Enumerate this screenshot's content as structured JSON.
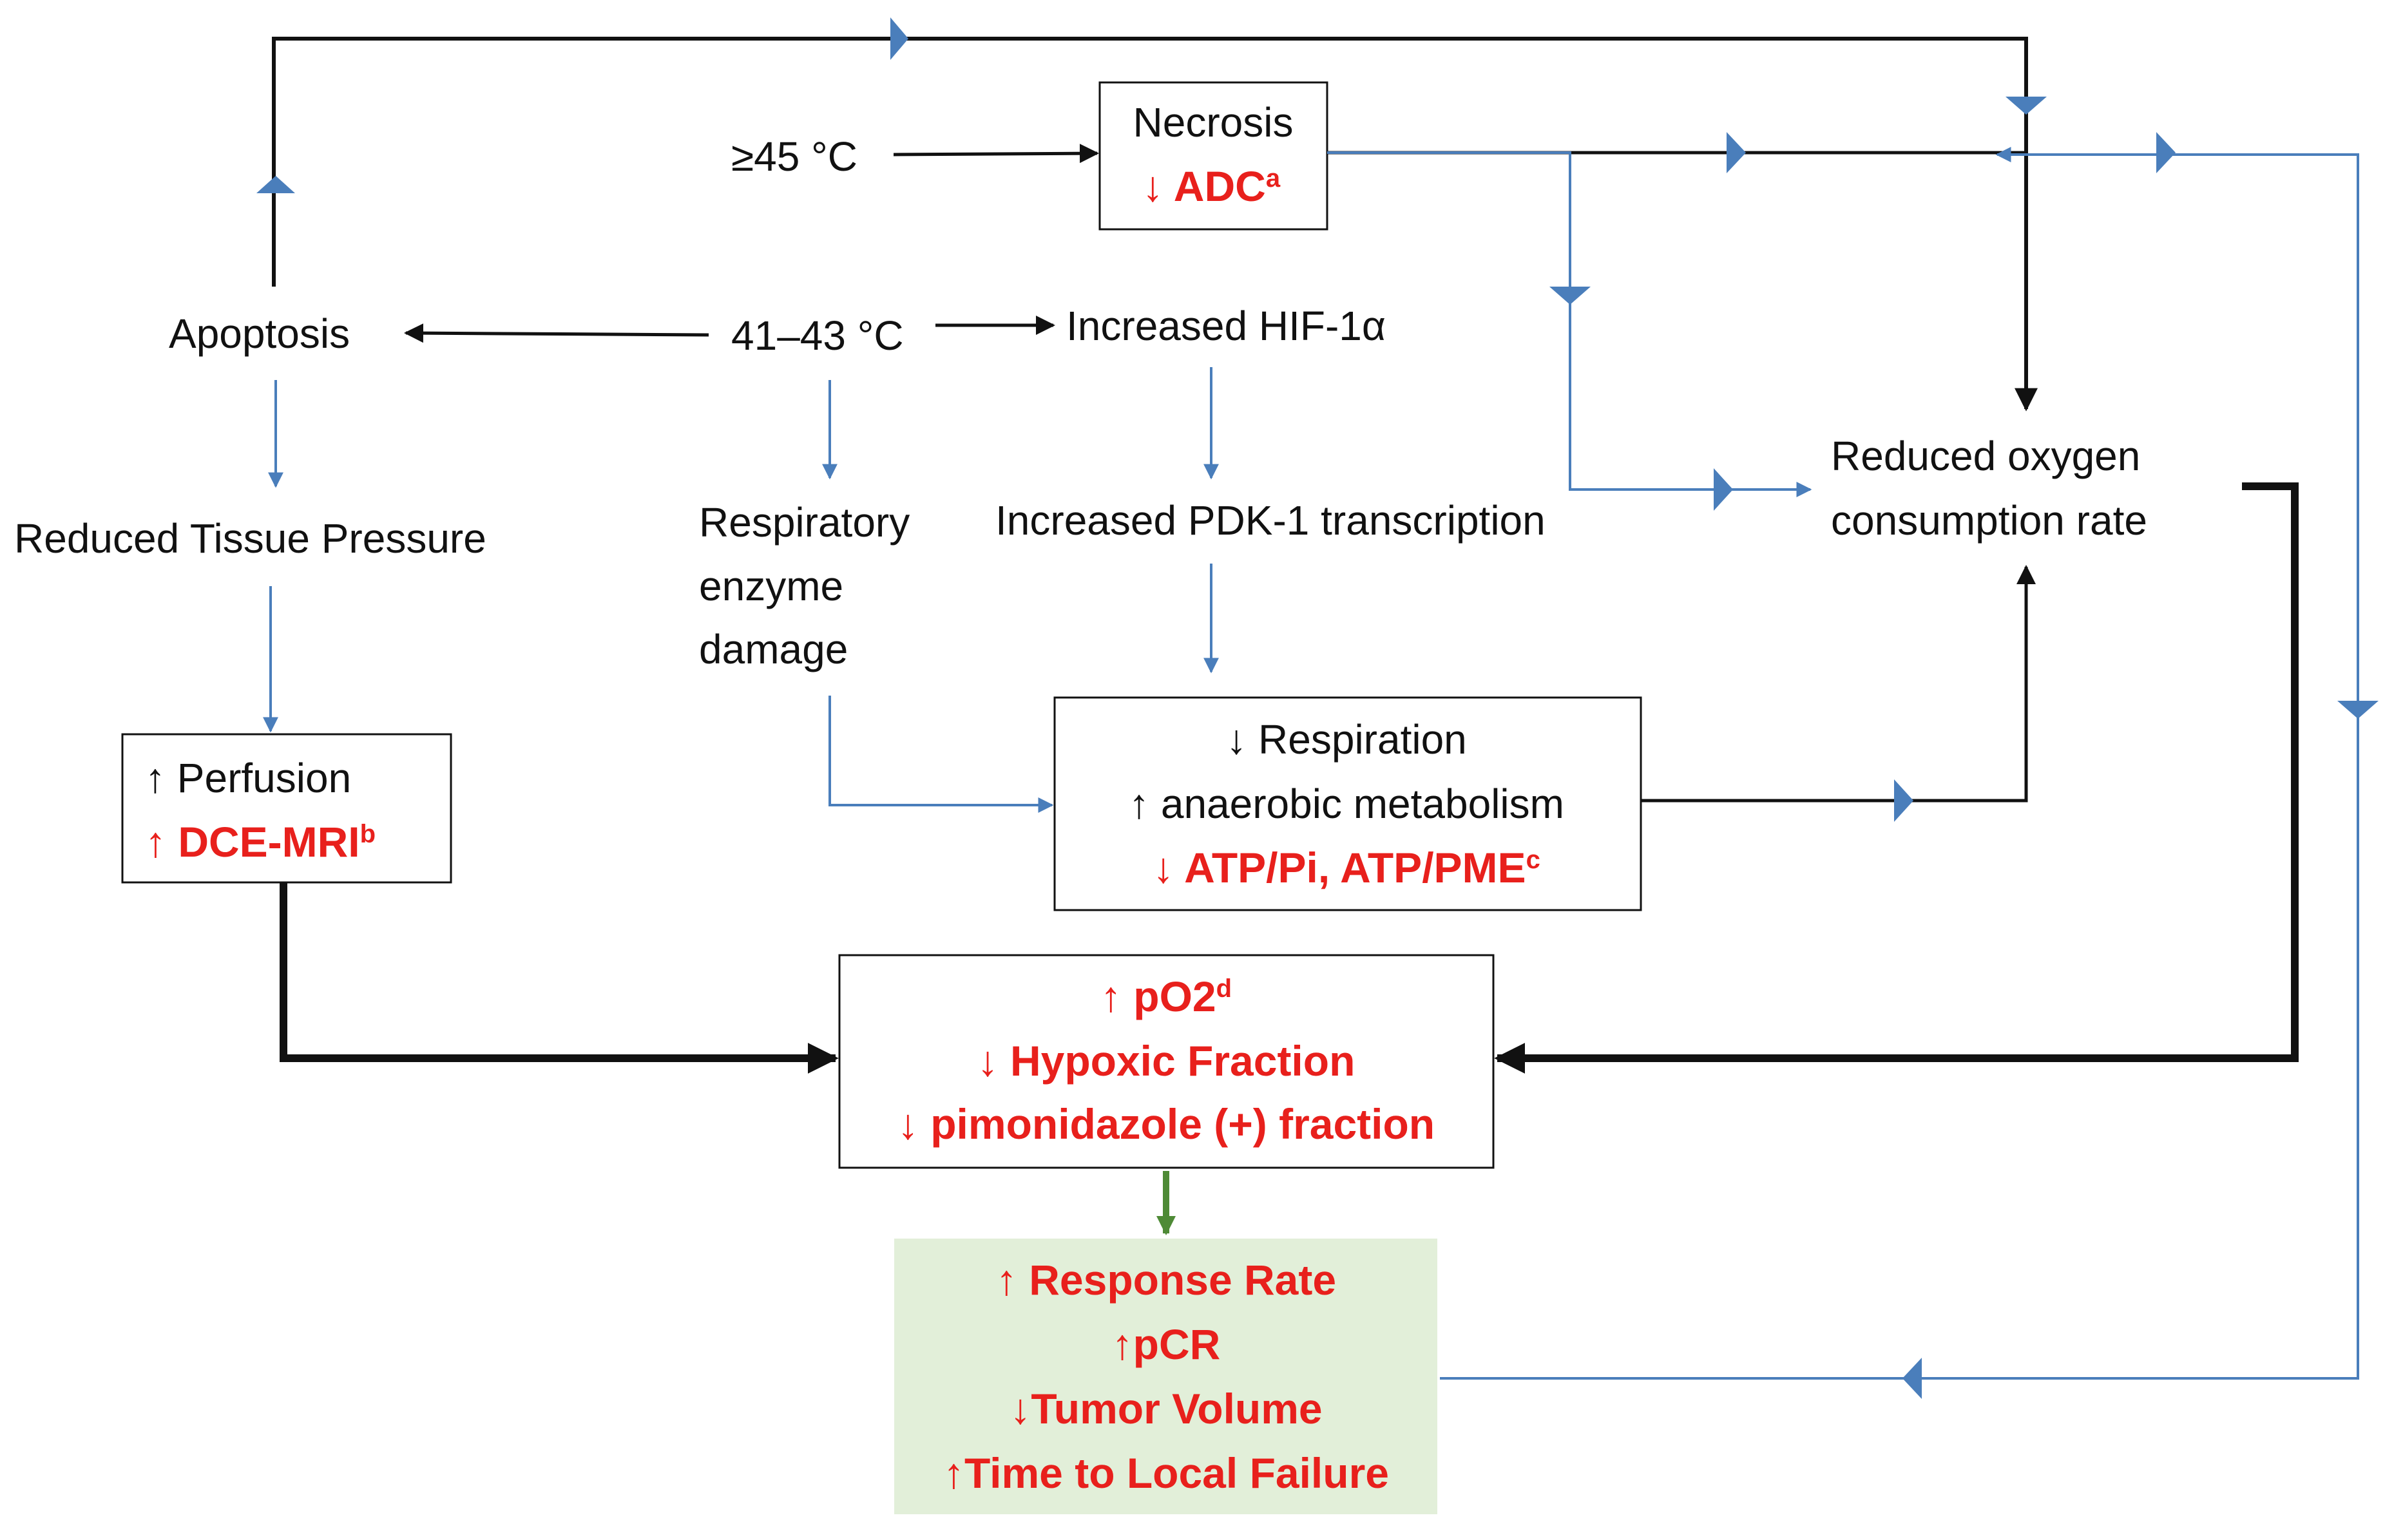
{
  "nodes": {
    "necrosis": {
      "line1": "Necrosis",
      "line2": "↓ ADC",
      "sup": "a"
    },
    "temp_high": "≥45 °C",
    "temp_mid": "41‒43 °C",
    "apoptosis": "Apoptosis",
    "hif": "Increased HIF-1α",
    "reduced_tissue_pressure": "Reduced Tissue Pressure",
    "respiratory_damage": {
      "line1": "Respiratory",
      "line2": "enzyme",
      "line3": "damage"
    },
    "pdk": "Increased PDK-1 transcription",
    "reduced_ocr": {
      "line1": "Reduced oxygen",
      "line2": "consumption rate"
    },
    "perfusion": {
      "line1": "↑ Perfusion",
      "line2": "↑ DCE-MRI",
      "sup": "b"
    },
    "respiration": {
      "line1": "↓ Respiration",
      "line2": "↑ anaerobic metabolism",
      "line3": "↓ ATP/Pi, ATP/PME",
      "sup": "c"
    },
    "po2": {
      "line1": "↑ pO2",
      "sup": "d",
      "line2": "↓ Hypoxic Fraction",
      "line3": "↓ pimonidazole (+) fraction"
    },
    "outcome": {
      "line1": "↑ Response Rate",
      "line2": "↑pCR",
      "line3": "↓Tumor Volume",
      "line4": "↑Time to Local Failure"
    }
  },
  "colors": {
    "black": "#111111",
    "blue": "#4a7ebb",
    "red": "#e8201c",
    "green_arrow": "#4e8a36",
    "outcome_fill": "#e2efd9"
  }
}
